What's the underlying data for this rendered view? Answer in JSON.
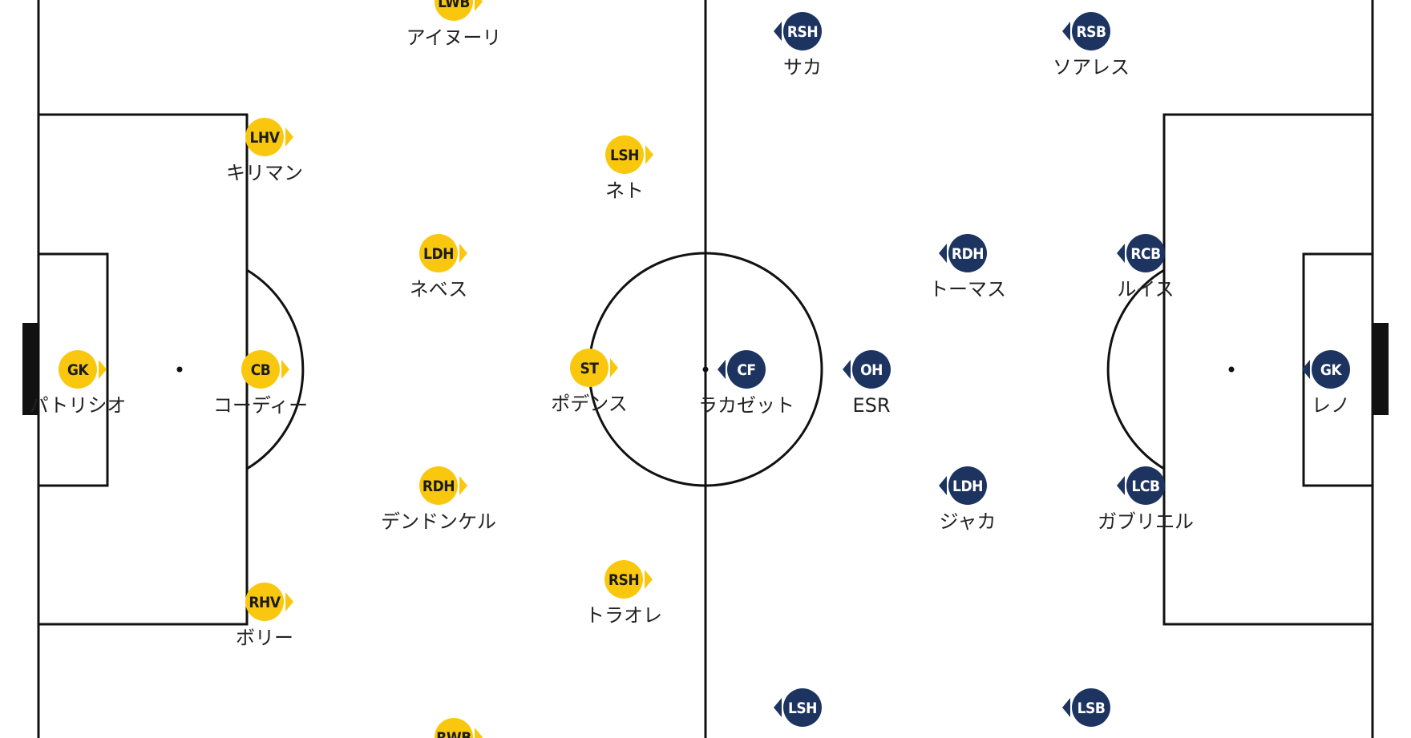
{
  "teams": {
    "home": {
      "color": "#f9c80e",
      "text_color": "#1b1b1b",
      "direction": "right",
      "players": [
        {
          "pos": "LWB",
          "name": "アイヌーリ"
        },
        {
          "pos": "LHV",
          "name": "キリマン"
        },
        {
          "pos": "LSH",
          "name": "ネト"
        },
        {
          "pos": "LDH",
          "name": "ネベス"
        },
        {
          "pos": "GK",
          "name": "パトリシオ"
        },
        {
          "pos": "CB",
          "name": "コーディー"
        },
        {
          "pos": "ST",
          "name": "ポデンス"
        },
        {
          "pos": "RDH",
          "name": "デンドンケル"
        },
        {
          "pos": "RSH",
          "name": "トラオレ"
        },
        {
          "pos": "RHV",
          "name": "ボリー"
        },
        {
          "pos": "RWB",
          "name": ""
        }
      ]
    },
    "away": {
      "color": "#1d3461",
      "text_color": "#ffffff",
      "direction": "left",
      "players": [
        {
          "pos": "RSH",
          "name": "サカ"
        },
        {
          "pos": "RSB",
          "name": "ソアレス"
        },
        {
          "pos": "RDH",
          "name": "トーマス"
        },
        {
          "pos": "RCB",
          "name": "ルイス"
        },
        {
          "pos": "CF",
          "name": "ラカゼット"
        },
        {
          "pos": "OH",
          "name": "ESR"
        },
        {
          "pos": "GK",
          "name": "レノ"
        },
        {
          "pos": "LDH",
          "name": "ジャカ"
        },
        {
          "pos": "LCB",
          "name": "ガブリエル"
        },
        {
          "pos": "LSH",
          "name": ""
        },
        {
          "pos": "LSB",
          "name": ""
        }
      ]
    }
  }
}
